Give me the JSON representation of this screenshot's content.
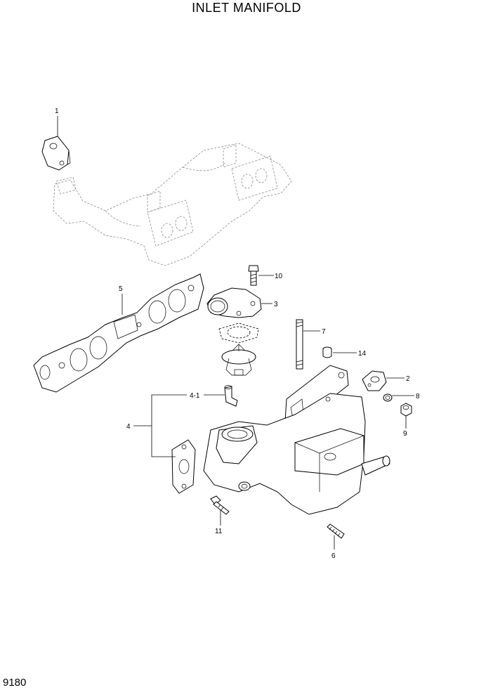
{
  "title": "INLET MANIFOLD",
  "page_code": "9180",
  "callouts": {
    "c1": "1",
    "c2": "2",
    "c3": "3",
    "c4": "4",
    "c4_1": "4-1",
    "c5": "5",
    "c6": "6",
    "c7": "7",
    "c8": "8",
    "c9": "9",
    "c10": "10",
    "c11": "11",
    "c14": "14"
  }
}
